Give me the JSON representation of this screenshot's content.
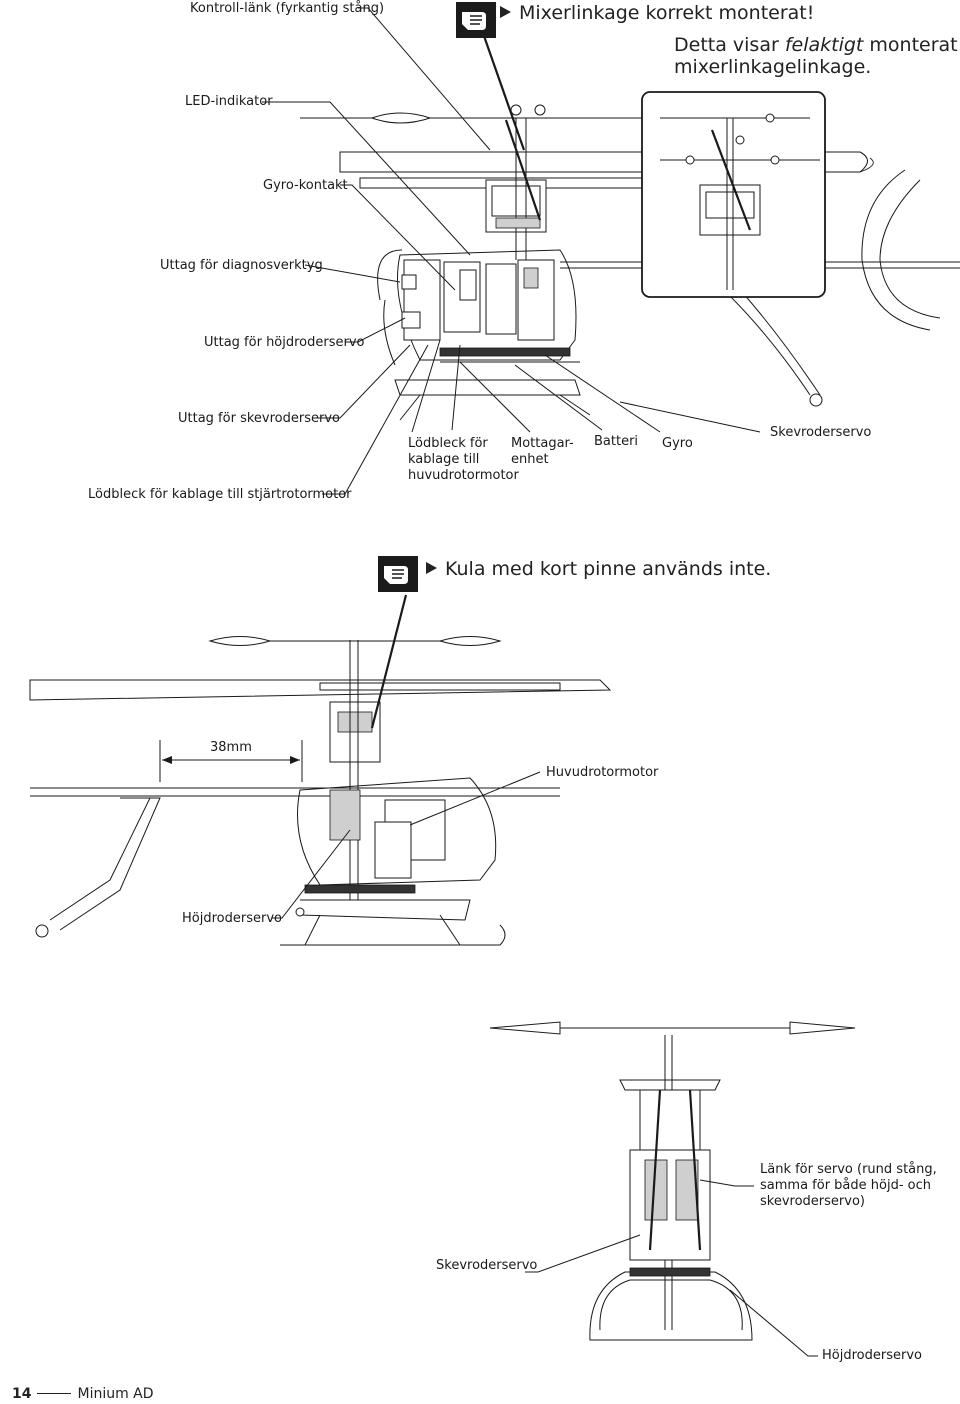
{
  "top_section": {
    "labels": {
      "control_link": "Kontroll-länk (fyrkantig stång)",
      "led_indicator": "LED-indikator",
      "gyro_connector": "Gyro-kontakt",
      "diagnostic_port": "Uttag för diagnosverktyg",
      "elevator_port": "Uttag för höjdroderservo",
      "aileron_port": "Uttag för skevroderservo",
      "tail_motor_pad": "Lödbleck för kablage till stjärtrotormotor",
      "main_motor_pad": "Lödbleck för kablage till huvudrotormotor",
      "receiver": "Mottagar-enhet",
      "battery": "Batteri",
      "gyro": "Gyro",
      "aileron_servo": "Skevroderservo"
    },
    "note": {
      "title": "Mixerlinkage korrekt monterat!",
      "line1_prefix": "Detta visar ",
      "line1_emphasis": "felaktigt",
      "line1_suffix": " monterat",
      "line2": "mixerlinkagelinkage."
    }
  },
  "middle_section": {
    "note": "Kula med kort pinne används inte.",
    "dimension": "38mm",
    "labels": {
      "main_motor": "Huvudrotormotor",
      "elevator_servo": "Höjdroderservo"
    }
  },
  "bottom_section": {
    "labels": {
      "servo_link": "Länk för servo (rund stång, samma för både höjd- och skevroderservo)",
      "aileron_servo": "Skevroderservo",
      "elevator_servo": "Höjdroderservo"
    }
  },
  "footer": {
    "page_number": "14",
    "product": "Minium AD"
  },
  "icons": [
    "hand-pointer-icon",
    "triangle-bullet-icon"
  ]
}
